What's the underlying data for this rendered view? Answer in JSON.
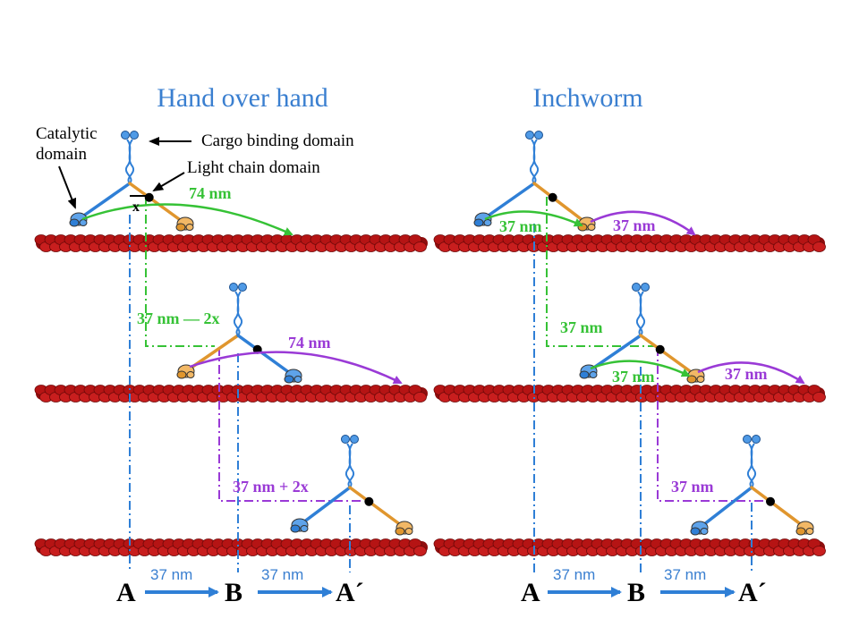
{
  "titles": {
    "left": "Hand over hand",
    "right": "Inchworm"
  },
  "labels": {
    "catalytic_line1": "Catalytic",
    "catalytic_line2": "domain",
    "cargo": "Cargo binding domain",
    "light_chain": "Light chain domain",
    "x": "x"
  },
  "hand_over_hand": {
    "step1": "74 nm",
    "shift1": "37 nm — 2x",
    "step2": "74 nm",
    "shift2": "37 nm + 2x"
  },
  "inchworm": {
    "lead1": "37 nm",
    "trail1": "37 nm",
    "shift1": "37 nm",
    "lead2": "37 nm",
    "trail2": "37 nm",
    "shift2": "37 nm"
  },
  "axis": {
    "step": "37 nm",
    "a": "A",
    "b": "B",
    "a_prime": "A´"
  },
  "colors": {
    "title": "#3a7fd0",
    "actin": "#b51414",
    "heavy_chain_blue": "#2f7fd6",
    "heavy_chain_orange": "#e0962e",
    "green_arrow": "#36c236",
    "purple_arrow": "#9a3ad6"
  }
}
